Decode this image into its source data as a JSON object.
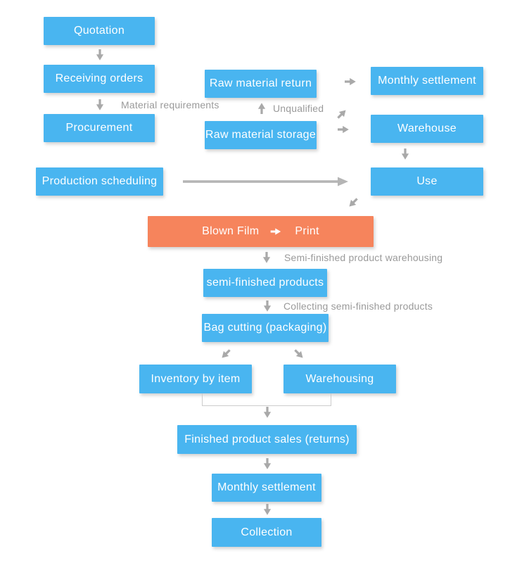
{
  "diagram": {
    "type": "flowchart",
    "nodes": {
      "quotation": "Quotation",
      "receiving_orders": "Receiving orders",
      "procurement": "Procurement",
      "raw_material_return": "Raw material return",
      "raw_material_storage": "Raw material storage",
      "monthly_settlement_top": "Monthly settlement",
      "warehouse": "Warehouse",
      "use": "Use",
      "production_scheduling": "Production scheduling",
      "blown_film": "Blown Film",
      "print": "Print",
      "semi_finished_products": "semi-finished products",
      "bag_cutting": "Bag cutting (packaging)",
      "inventory_by_item": "Inventory by item",
      "warehousing": "Warehousing",
      "finished_product_sales": "Finished product sales (returns)",
      "monthly_settlement_bottom": "Monthly settlement",
      "collection": "Collection"
    },
    "edge_labels": {
      "material_requirements": "Material requirements",
      "unqualified": "Unqualified",
      "semi_finished_warehousing": "Semi-finished product warehousing",
      "collecting_semi_finished": "Collecting semi-finished products"
    },
    "colors": {
      "node_fill": "#49B5F0",
      "highlight_fill": "#F6845C",
      "node_text": "#FFFFFF",
      "arrow": "#A9A9A9",
      "long_arrow": "#B5B5B5",
      "edge_label_text": "#9A9A9A",
      "connector_line": "#CCCCCC",
      "background": "#FFFFFF"
    }
  }
}
